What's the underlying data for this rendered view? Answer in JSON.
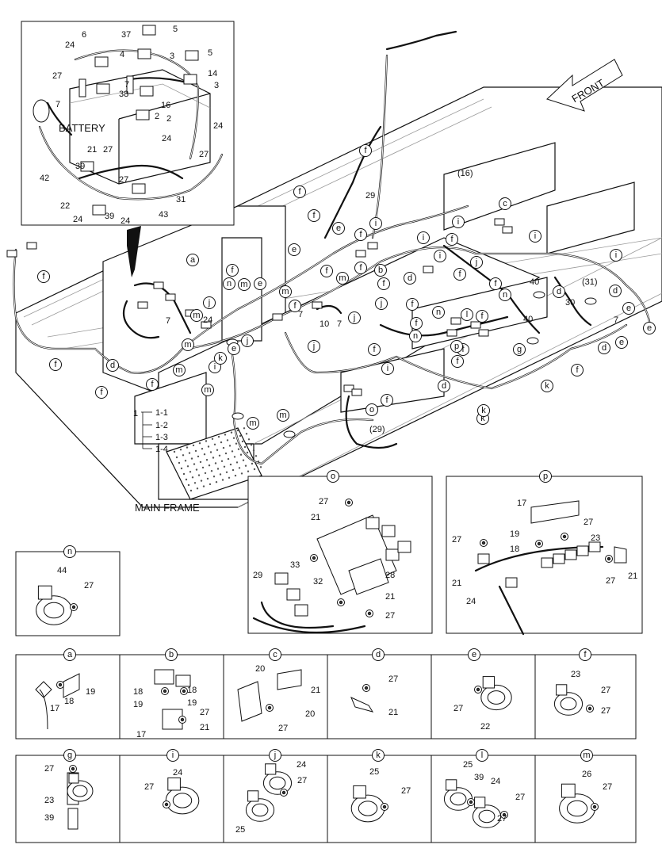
{
  "diagram": {
    "front_label": "FRONT",
    "main_frame_label": "MAIN FRAME",
    "battery_label": "BATTERY",
    "harness_callouts": {
      "main": "1",
      "subs": [
        "1-1",
        "1-2",
        "1-3",
        "1-4"
      ]
    },
    "inset_battery_labels": [
      "24",
      "6",
      "37",
      "5",
      "4",
      "3",
      "5",
      "27",
      "14",
      "3",
      "7",
      "38",
      "2",
      "16",
      "2",
      "24",
      "24",
      "27",
      "21",
      "27",
      "42",
      "39",
      "27",
      "22",
      "39",
      "24",
      "24",
      "43",
      "31",
      "7"
    ],
    "main_labels": [
      "29",
      "(16)",
      "(31)",
      "30",
      "40",
      "40",
      "(29)",
      "7",
      "10",
      "7",
      "7",
      "7",
      "24"
    ],
    "letter_callouts": [
      "f",
      "f",
      "f",
      "f",
      "f",
      "f",
      "f",
      "f",
      "f",
      "f",
      "f",
      "f",
      "f",
      "f",
      "f",
      "f",
      "f",
      "f",
      "f",
      "f",
      "f",
      "f",
      "f",
      "f",
      "i",
      "i",
      "i",
      "i",
      "i",
      "i",
      "i",
      "i",
      "e",
      "e",
      "e",
      "e",
      "e",
      "e",
      "e",
      "m",
      "m",
      "m",
      "m",
      "m",
      "m",
      "m",
      "m",
      "m",
      "n",
      "n",
      "n",
      "n",
      "j",
      "j",
      "j",
      "j",
      "j",
      "j",
      "d",
      "d",
      "d",
      "d",
      "d",
      "d",
      "c",
      "b",
      "a",
      "k",
      "k",
      "k",
      "k",
      "l",
      "g",
      "p",
      "o"
    ]
  },
  "details": [
    {
      "key": "o",
      "labels": [
        "27",
        "21",
        "33",
        "32",
        "29",
        "28",
        "21",
        "27"
      ]
    },
    {
      "key": "p",
      "labels": [
        "17",
        "19",
        "18",
        "27",
        "27",
        "23",
        "21",
        "24",
        "27",
        "21"
      ]
    },
    {
      "key": "n",
      "labels": [
        "44",
        "27"
      ]
    },
    {
      "key": "a",
      "labels": [
        "17",
        "18",
        "19"
      ]
    },
    {
      "key": "b",
      "labels": [
        "18",
        "18",
        "19",
        "19",
        "27",
        "17",
        "21"
      ]
    },
    {
      "key": "c",
      "labels": [
        "20",
        "21",
        "20",
        "27"
      ]
    },
    {
      "key": "d",
      "labels": [
        "27",
        "21"
      ]
    },
    {
      "key": "e",
      "labels": [
        "27",
        "22"
      ]
    },
    {
      "key": "f",
      "labels": [
        "23",
        "27",
        "27"
      ]
    },
    {
      "key": "g",
      "labels": [
        "27",
        "23",
        "39"
      ]
    },
    {
      "key": "i",
      "labels": [
        "24",
        "27"
      ]
    },
    {
      "key": "j",
      "labels": [
        "24",
        "27",
        "25"
      ]
    },
    {
      "key": "k",
      "labels": [
        "25",
        "27"
      ]
    },
    {
      "key": "l",
      "labels": [
        "25",
        "39",
        "24",
        "27",
        "27"
      ]
    },
    {
      "key": "m",
      "labels": [
        "26",
        "27"
      ]
    }
  ]
}
